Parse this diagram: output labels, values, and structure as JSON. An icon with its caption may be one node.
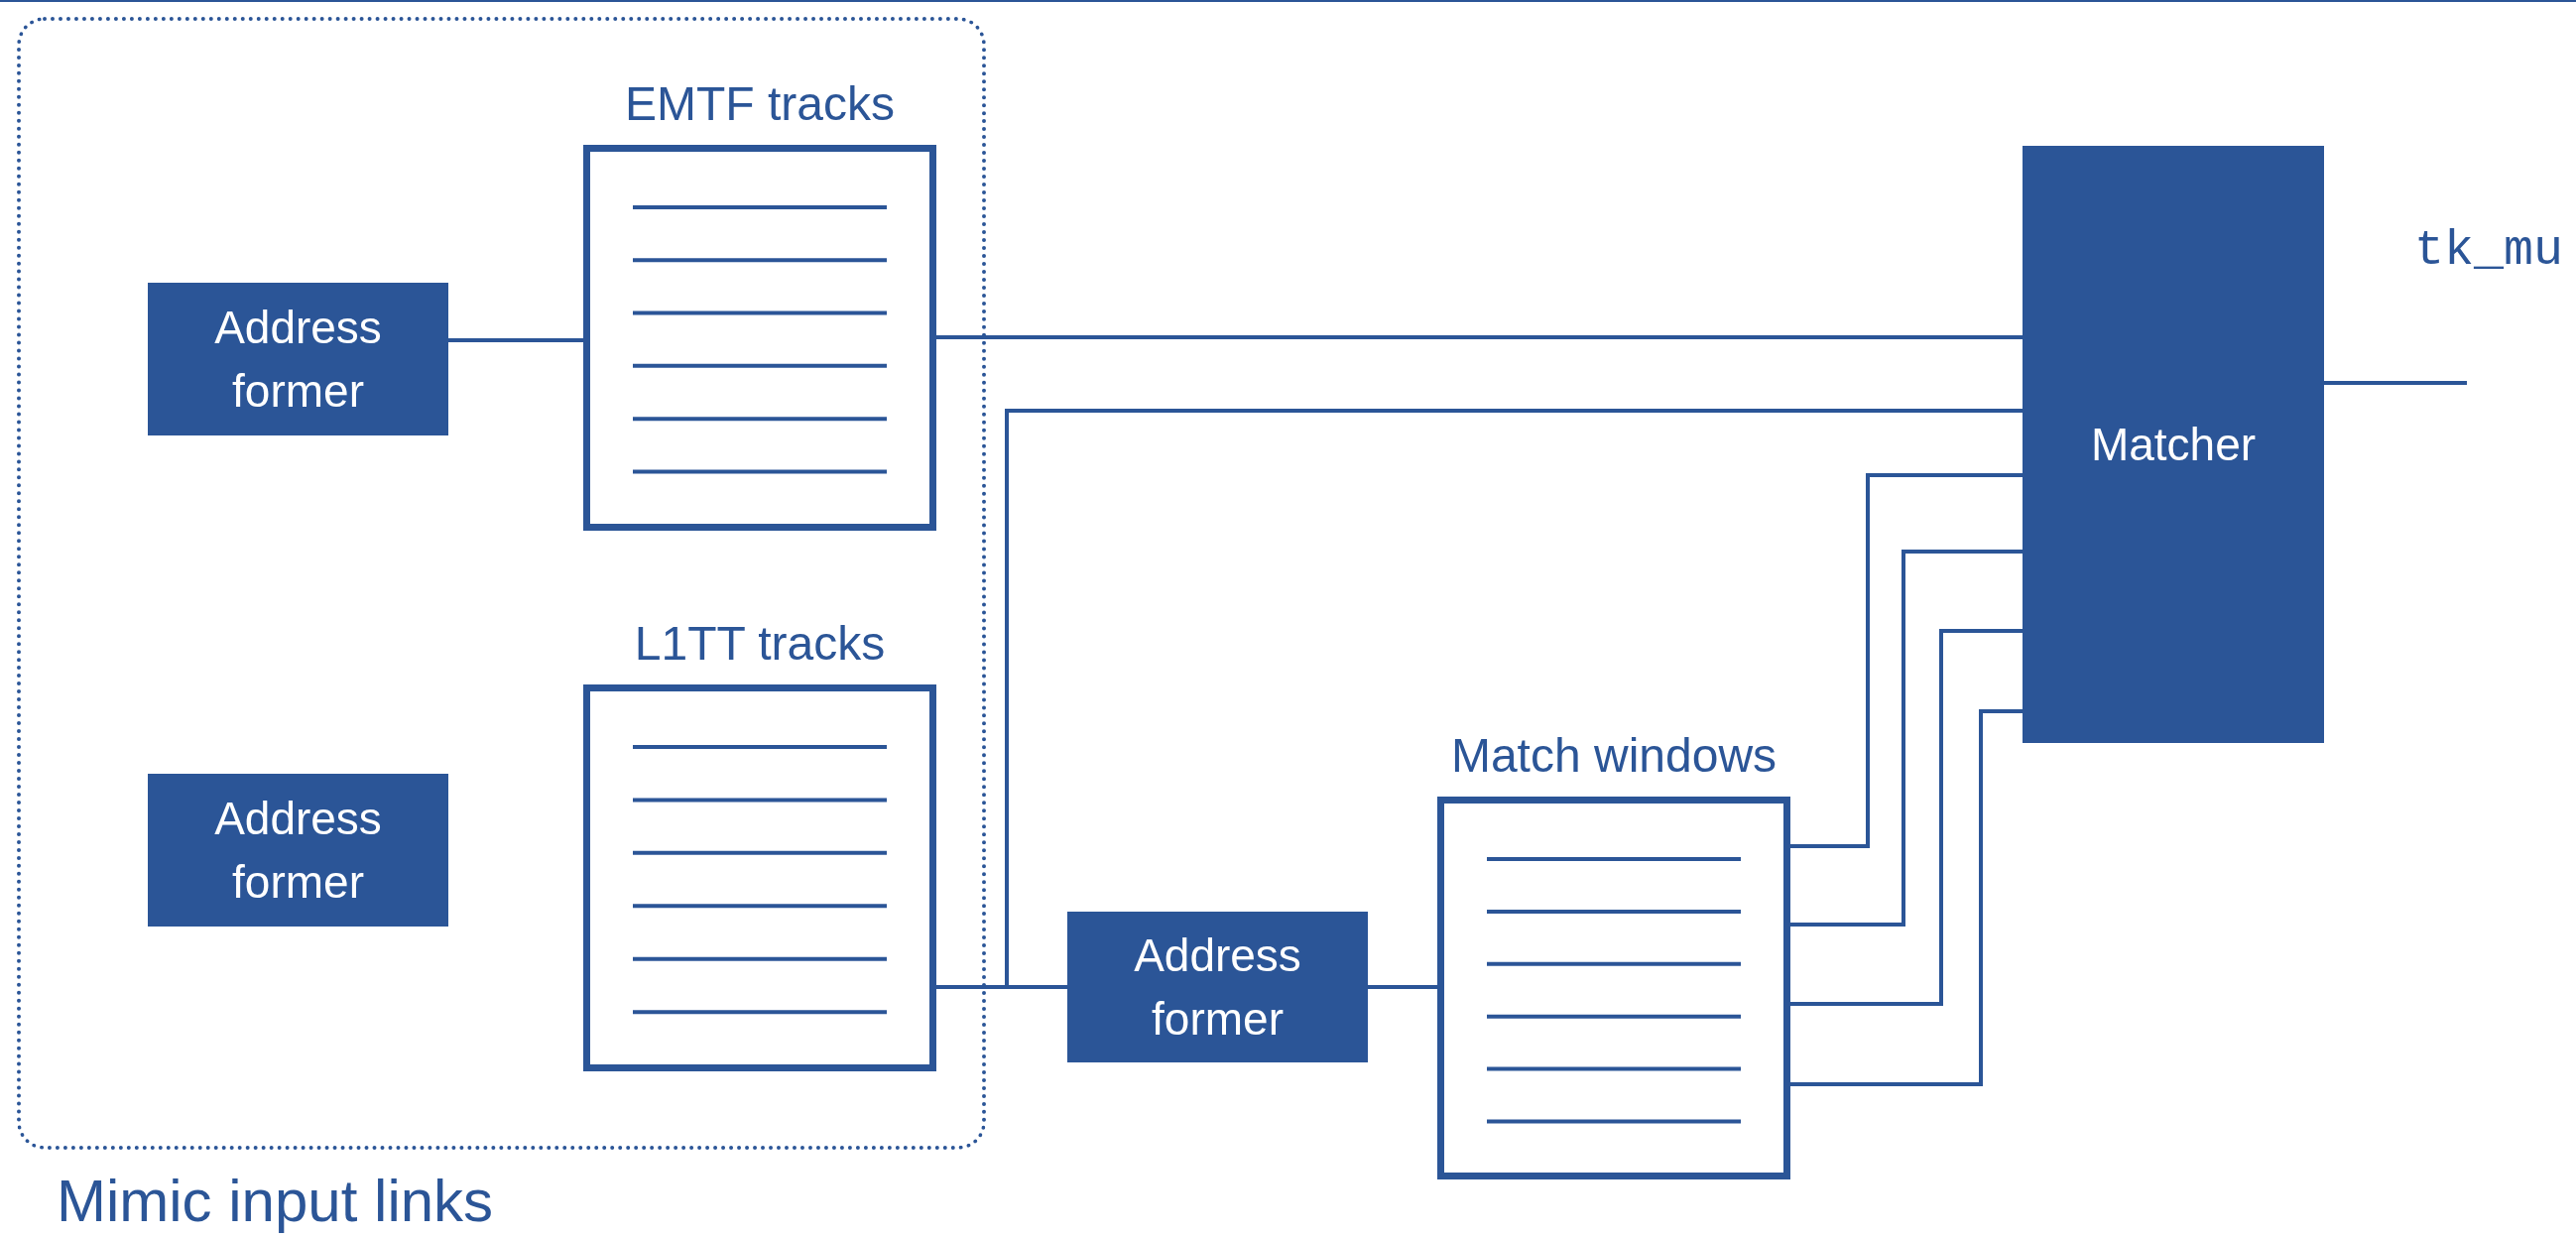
{
  "diagram": {
    "nodes": [
      {
        "text": [
          "Mimic input links"
        ]
      },
      {
        "text": [
          "Address former"
        ],
        "in": 0
      },
      {
        "text": [
          "EMTF tracks"
        ],
        "in": 0
      },
      {
        "text": [
          "Address former"
        ],
        "in": 0
      },
      {
        "text": [
          "L1TT tracks"
        ],
        "in": 0
      },
      {
        "text": [
          "Address former"
        ]
      },
      {
        "text": [
          "Match windows"
        ]
      },
      {
        "text": [
          "Matcher"
        ]
      }
    ],
    "edges": [
      {
        "from": 1,
        "to": 2,
        "arrow": "none"
      },
      {
        "from": 2,
        "to": 7,
        "arrow": "none"
      },
      {
        "from": 4,
        "to": 7,
        "arrow": "none"
      },
      {
        "from": 4,
        "to": 5,
        "arrow": "none"
      },
      {
        "from": 5,
        "to": 6,
        "arrow": "none"
      },
      {
        "from": 6,
        "to": 7,
        "arrow": "none"
      },
      {
        "from": 6,
        "to": 7,
        "arrow": "none"
      },
      {
        "from": 6,
        "to": 7,
        "arrow": "none"
      },
      {
        "from": 6,
        "to": 7,
        "arrow": "none"
      },
      {
        "from": 7,
        "to": null,
        "arrow": "none"
      }
    ],
    "labels": [
      "tk_mu"
    ]
  }
}
